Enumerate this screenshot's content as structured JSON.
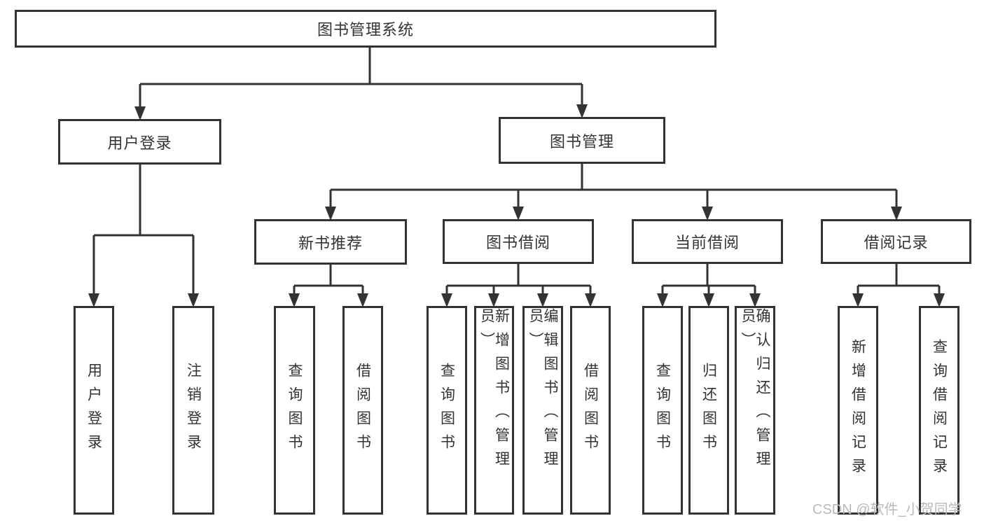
{
  "diagram": {
    "root": {
      "label": "图书管理系统"
    },
    "branches": [
      {
        "label": "用户登录",
        "children": [
          "用户登录",
          "注销登录"
        ]
      },
      {
        "label": "图书管理",
        "children_groups": [
          {
            "label": "新书推荐",
            "children": [
              "查询图书",
              "借阅图书"
            ]
          },
          {
            "label": "图书借阅",
            "children": [
              "查询图书",
              "新增图书（管理员）",
              "编辑图书（管理员）",
              "借阅图书"
            ]
          },
          {
            "label": "当前借阅",
            "children": [
              "查询图书",
              "归还图书",
              "确认归还（管理员）"
            ]
          },
          {
            "label": "借阅记录",
            "children": [
              "新增借阅记录",
              "查询借阅记录"
            ]
          }
        ]
      }
    ]
  },
  "watermark": {
    "text": "CSDN @软件_小贺同学",
    "color": "#b9b9b9"
  },
  "colors": {
    "line": "#333333",
    "text": "#333333",
    "background": "#ffffff"
  }
}
